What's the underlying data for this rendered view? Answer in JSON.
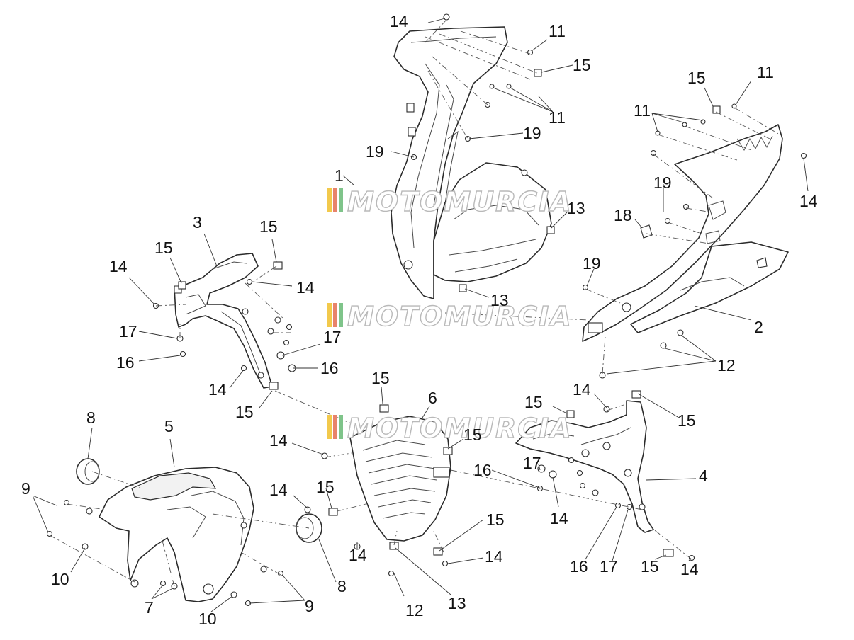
{
  "watermark": {
    "text": "MOTOMURCIA",
    "stripe_colors": [
      "#f2c94c",
      "#e8836b",
      "#7fc48a"
    ]
  },
  "callouts": {
    "c14_a": "14",
    "c11_a": "11",
    "c15_a": "15",
    "c11_b": "11",
    "c19_a": "19",
    "c19_b": "19",
    "c1": "1",
    "c13_a": "13",
    "c13_b": "13",
    "c15_b": "15",
    "c11_c": "11",
    "c11_d": "11",
    "c14_b": "14",
    "c19_c": "19",
    "c18": "18",
    "c19_d": "19",
    "c2": "2",
    "c12_a": "12",
    "c3": "3",
    "c15_c": "15",
    "c15_d": "15",
    "c14_c": "14",
    "c14_d": "14",
    "c17_a": "17",
    "c16_a": "16",
    "c17_b": "17",
    "c16_b": "16",
    "c14_e": "14",
    "c15_e": "15",
    "c15_f": "15",
    "c6": "6",
    "c14_f": "14",
    "c15_g": "15",
    "c15_h": "15",
    "c14_g": "14",
    "c15_i": "15",
    "c14_h": "14",
    "c14_i": "14",
    "c12_b": "12",
    "c13_c": "13",
    "c14_j": "14",
    "c15_j": "15",
    "c15_k": "15",
    "c17_c": "17",
    "c16_c": "16",
    "c14_k": "14",
    "c4": "4",
    "c16_d": "16",
    "c17_d": "17",
    "c15_l": "15",
    "c14_l": "14",
    "c8_a": "8",
    "c5": "5",
    "c9_a": "9",
    "c10_a": "10",
    "c7": "7",
    "c8_b": "8",
    "c9_b": "9",
    "c10_b": "10"
  }
}
